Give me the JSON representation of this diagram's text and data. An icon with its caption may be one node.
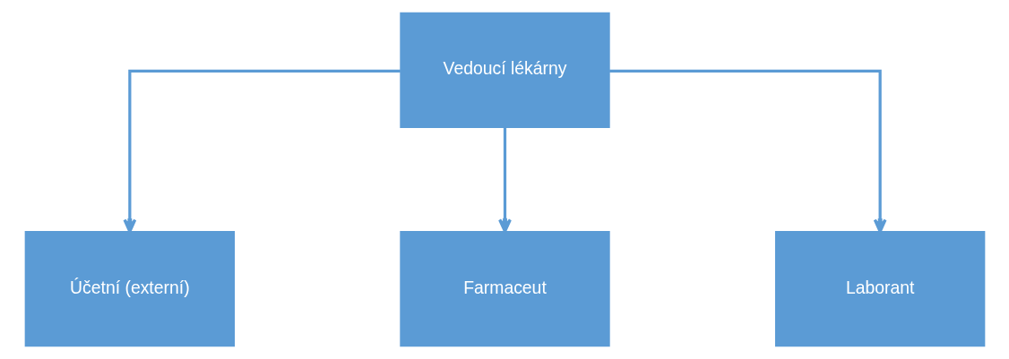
{
  "diagram": {
    "nodes": [
      {
        "text": [
          "Vedoucí lékárny"
        ]
      },
      {
        "text": [
          "Účetní (externí)"
        ]
      },
      {
        "text": [
          "Farmaceut"
        ]
      },
      {
        "text": [
          "Laborant"
        ]
      }
    ],
    "edges": [
      {
        "from": 0,
        "to": 1,
        "arrow": "to"
      },
      {
        "from": 0,
        "to": 2,
        "arrow": "to"
      },
      {
        "from": 0,
        "to": 3,
        "arrow": "to"
      }
    ]
  }
}
